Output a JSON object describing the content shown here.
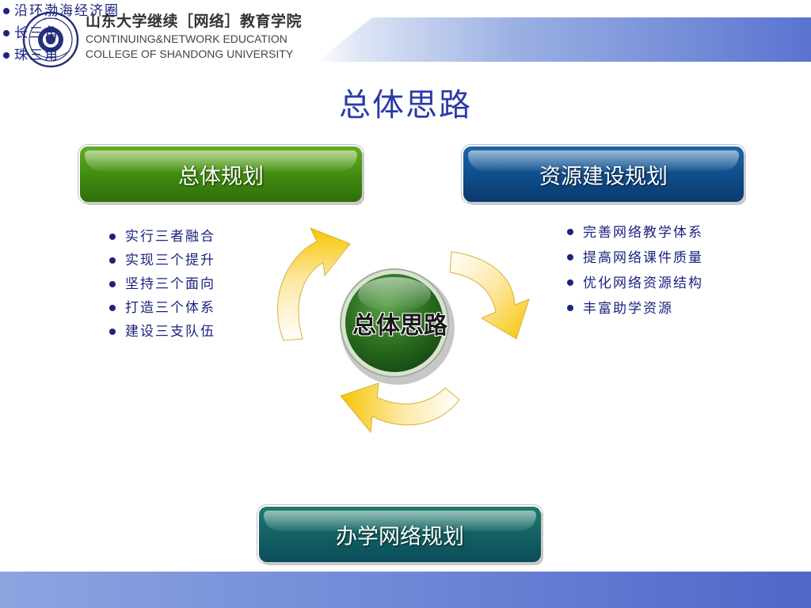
{
  "header": {
    "logo": {
      "cn": "山东大学继续［网络］教育学院",
      "en1": "CONTINUING&NETWORK EDUCATION",
      "en2": "COLLEGE OF SHANDONG UNIVERSITY"
    }
  },
  "slide": {
    "title": "总体思路",
    "center_label": "总体思路",
    "boxes": {
      "plan": "总体规划",
      "resource": "资源建设规划",
      "network": "办学网络规划"
    },
    "plan_items": [
      "实行三者融合",
      "实现三个提升",
      "坚持三个面向",
      "打造三个体系",
      "建设三支队伍"
    ],
    "resource_items": [
      "完善网络教学体系",
      "提高网络课件质量",
      "优化网络资源结构",
      "丰富助学资源"
    ],
    "network_items": [
      "沿环渤海经济圈",
      "长三角",
      "珠三角"
    ]
  },
  "colors": {
    "title": "#2b3aa8",
    "list_text": "#1a237e",
    "plan_box": "#3f8a10",
    "resource_box": "#0f4c89",
    "network_box": "#125f62",
    "arrow": "#f6c400",
    "center": "#1f5e16"
  }
}
